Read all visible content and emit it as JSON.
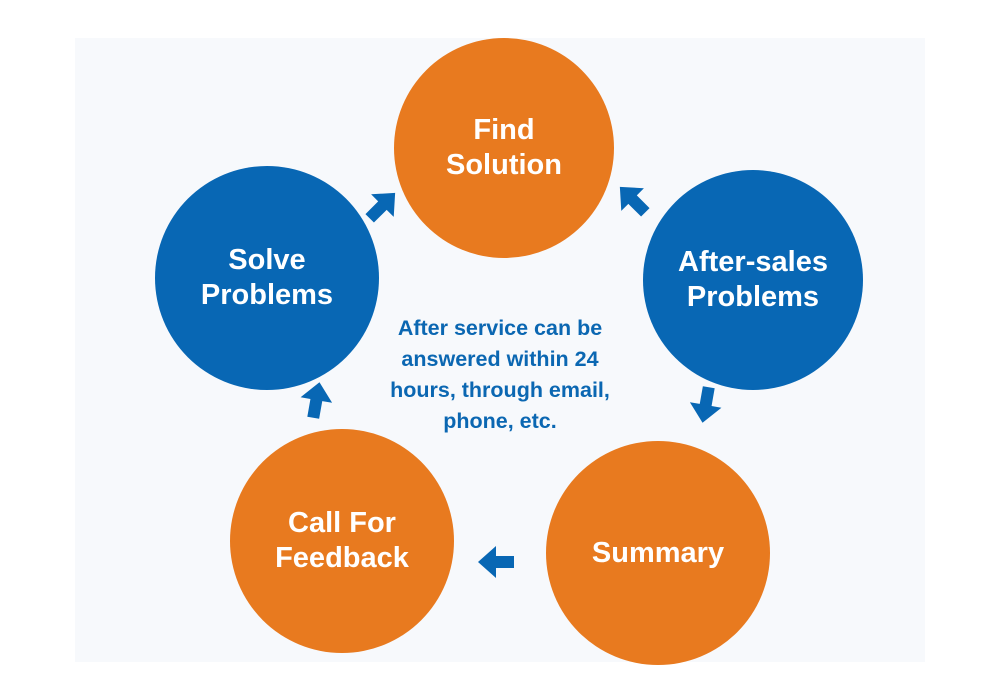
{
  "colors": {
    "orange": "#e87a1f",
    "blue": "#0867b4",
    "arrow": "#0867b4",
    "center_text": "#0b67b2"
  },
  "nodes": [
    {
      "id": "find-solution",
      "label": "Find\nSolution",
      "color": "orange"
    },
    {
      "id": "after-sales-problems",
      "label": "After-sales\nProblems",
      "color": "blue"
    },
    {
      "id": "summary",
      "label": "Summary",
      "color": "orange"
    },
    {
      "id": "call-for-feedback",
      "label": "Call For\nFeedback",
      "color": "orange"
    },
    {
      "id": "solve-problems",
      "label": "Solve\nProblems",
      "color": "blue"
    }
  ],
  "center_text": "After service can be\nanswered within 24\nhours, through email,\nphone, etc."
}
